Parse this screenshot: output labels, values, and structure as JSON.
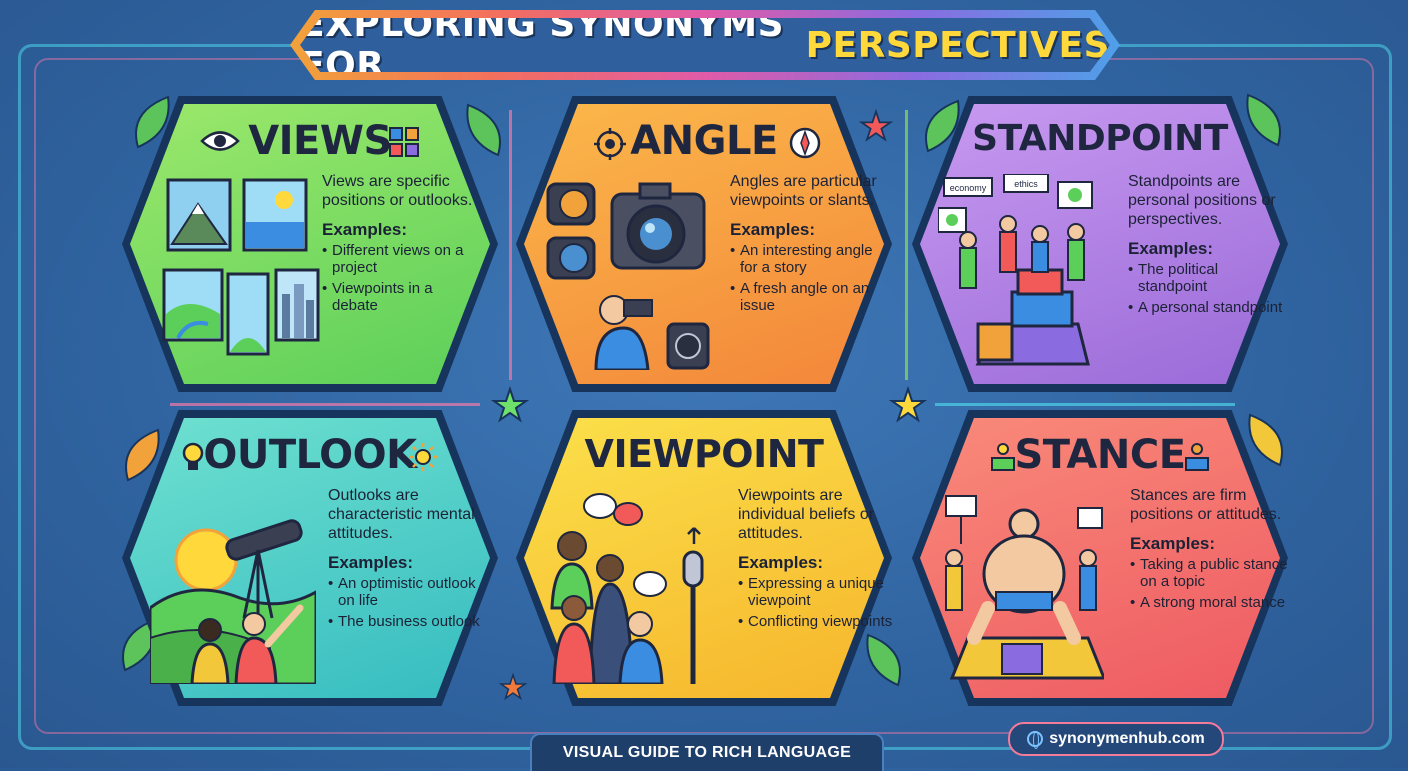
{
  "title": {
    "part1": "EXPLORING SYNONYMS FOR",
    "part2": "PERSPECTIVES"
  },
  "colors": {
    "views": "#7fd85a",
    "angle": "#f59a3a",
    "standpoint": "#b07ee0",
    "outlook": "#40c9c0",
    "viewpoint": "#f6c52c",
    "stance": "#f26b6b",
    "title_highlight": "#ffd93b"
  },
  "cards": [
    {
      "id": "views",
      "heading": "VIEWS",
      "definition": "Views are specific positions or outlooks.",
      "examples_title": "Examples:",
      "examples": [
        "Different views on a project",
        "Viewpoints in a debate"
      ],
      "icons": [
        "eye-icon",
        "blocks-icon"
      ]
    },
    {
      "id": "angle",
      "heading": "ANGLE",
      "definition": "Angles are particular viewpoints or slants.",
      "examples_title": "Examples:",
      "examples": [
        "An interesting angle for a story",
        "A fresh angle on an issue"
      ],
      "icons": [
        "target-icon",
        "compass-icon"
      ]
    },
    {
      "id": "standpoint",
      "heading": "STANDPOINT",
      "definition": "Standpoints are personal positions or perspectives.",
      "examples_title": "Examples:",
      "examples": [
        "The political standpoint",
        "A personal standpoint"
      ],
      "signs": [
        "economy",
        "ethics"
      ]
    },
    {
      "id": "outlook",
      "heading": "OUTLOOK",
      "definition": "Outlooks are characteristic mental attitudes.",
      "examples_title": "Examples:",
      "examples": [
        "An optimistic outlook on life",
        "The business outlook"
      ],
      "icons": [
        "bulb-icon",
        "sun-icon"
      ]
    },
    {
      "id": "viewpoint",
      "heading": "VIEWPOINT",
      "definition": "Viewpoints are individual beliefs or attitudes.",
      "examples_title": "Examples:",
      "examples": [
        "Expressing a unique viewpoint",
        "Conflicting viewpoints"
      ]
    },
    {
      "id": "stance",
      "heading": "STANCE",
      "definition": "Stances are firm positions or attitudes.",
      "examples_title": "Examples:",
      "examples": [
        "Taking a public stance on a topic",
        "A strong moral stance"
      ],
      "icons": [
        "podium-icon",
        "podium-icon"
      ]
    }
  ],
  "footer": {
    "label": "VISUAL GUIDE TO RICH LANGUAGE"
  },
  "website": {
    "url": "synonymenhub.com",
    "icon": "globe-icon"
  }
}
